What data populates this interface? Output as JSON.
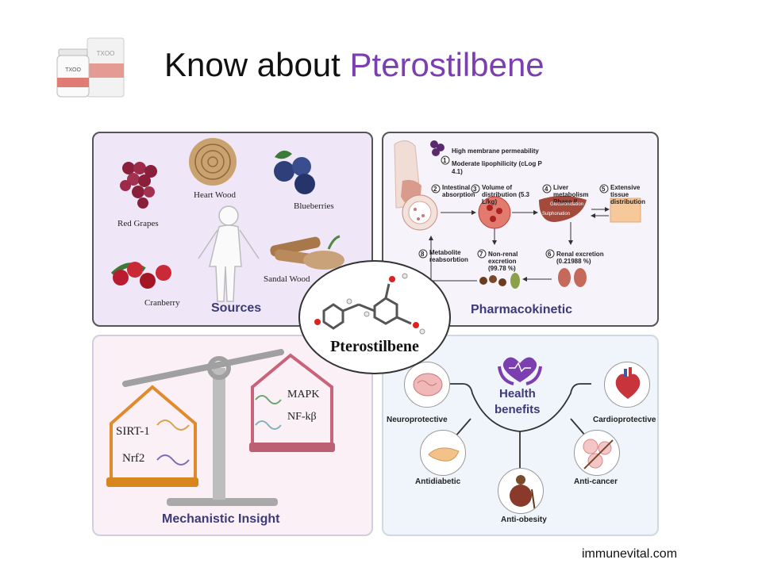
{
  "title": {
    "prefix": "Know about ",
    "highlight": "Pterostilbene"
  },
  "product": {
    "brand": "TXOO"
  },
  "footer": "immunevital.com",
  "center": {
    "label": "Pterostilbene"
  },
  "sources": {
    "title": "Sources",
    "items": {
      "red_grapes": "Red Grapes",
      "heart_wood": "Heart Wood",
      "blueberries": "Blueberries",
      "cranberry": "Cranberry",
      "sandal_wood": "Sandal Wood"
    }
  },
  "pharma": {
    "title": "Pharmacokinetic",
    "steps": {
      "s1a": "High membrane permeability",
      "s1b": "Moderate lipophilicity (cLog P",
      "s1c": "4.1)",
      "s2": "Intestinal absorption",
      "s3": "Volume of distribution (5.3 L/kg)",
      "s4": "Liver metabolism Phase II",
      "s5": "Extensive tissue distribution",
      "s6": "Renal excretion (0.21988 %)",
      "s7": "Non-renal excretion (99.78 %)",
      "s8": "Metabolite reabsorbtion",
      "glucuronidation": "Glucuronidation",
      "sulphonation": "Sulphonation"
    },
    "nums": [
      "1",
      "2",
      "3",
      "4",
      "5",
      "6",
      "7",
      "8"
    ]
  },
  "mechanistic": {
    "title": "Mechanistic Insight",
    "left": [
      "SIRT-1",
      "Nrf2"
    ],
    "right": [
      "MAPK",
      "NF-kβ"
    ]
  },
  "health": {
    "title_line1": "Health",
    "title_line2": "benefits",
    "items": {
      "neuro": "Neuroprotective",
      "cardio": "Cardioprotective",
      "diabetic": "Antidiabetic",
      "cancer": "Anti-cancer",
      "obesity": "Anti-obesity"
    }
  },
  "colors": {
    "accent": "#7b3fb0",
    "panel_title": "#3d3a78",
    "balance_orange": "#e08a2c",
    "balance_pink": "#c8637a"
  }
}
